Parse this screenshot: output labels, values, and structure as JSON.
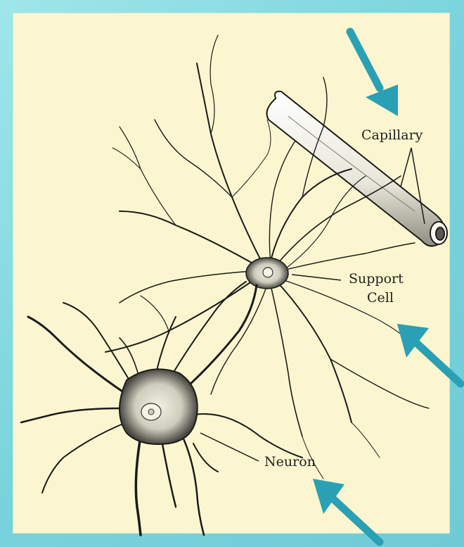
{
  "labels": {
    "capillary": "Capillary",
    "support_line1": "Support",
    "support_line2": "Cell",
    "neuron": "Neuron"
  },
  "colors": {
    "frame": "#79d3dc",
    "panel": "#fbf6cf",
    "arrow": "#2aa0b4",
    "ink": "#1a1a1a"
  }
}
